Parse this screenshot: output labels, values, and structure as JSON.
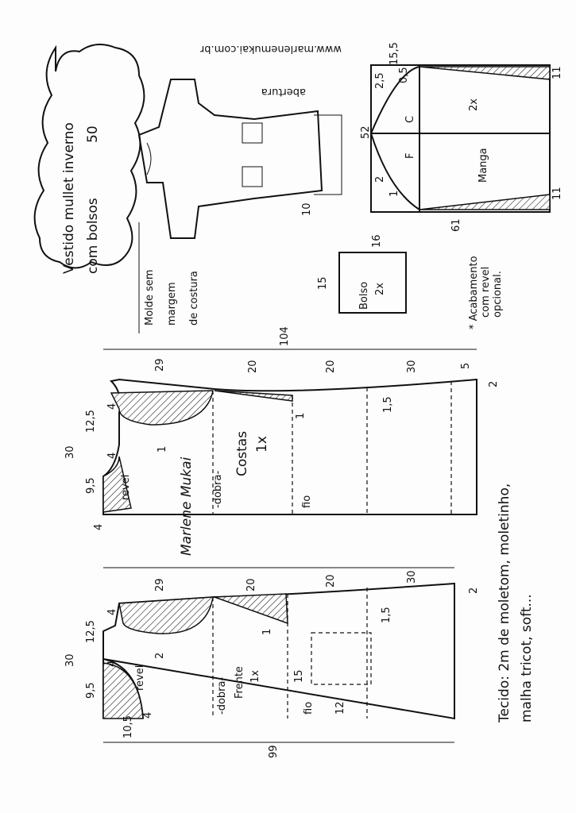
{
  "title": {
    "line1": "Vestido mullet inverno",
    "line2": "com bolsos",
    "size": "50"
  },
  "website": "www.marlenemukai.com.br",
  "sketch": {
    "label_opening": "abertura",
    "hem_measure": "10"
  },
  "note_seam": {
    "line1": "Molde sem",
    "line2": "margem",
    "line3": "de costura"
  },
  "sleeve": {
    "name": "Manga",
    "qty": "2x",
    "back_label": "C",
    "front_label": "F",
    "width": "52",
    "top_width": "15,5",
    "length": "61",
    "cuff_left": "11",
    "cuff_right": "11",
    "curve_back_1": "2,5",
    "curve_back_2": "0,5",
    "curve_front_1": "2",
    "curve_front_2": "1"
  },
  "pocket": {
    "name": "Bolso",
    "qty": "2x",
    "width": "15",
    "height": "16"
  },
  "finish_note": {
    "line1": "* Acabamento",
    "line2": "com revel",
    "line3": "opcional."
  },
  "back": {
    "name": "Costas",
    "qty": "1x",
    "fold": "-dobra-",
    "grain": "fio",
    "total_length": "104",
    "seg1": "29",
    "seg2": "20",
    "seg3": "30",
    "seg_end": "5",
    "hem_rise": "2",
    "half_width": "30",
    "shoulder": "12,5",
    "neck_depth": "9,5",
    "neck_small": "4",
    "neck_small2": "4",
    "facing": "revel",
    "armhole": "1",
    "side": "1",
    "side2": "1,5",
    "top4": "4"
  },
  "front": {
    "name": "Frente",
    "qty": "1x",
    "fold": "-dobra-",
    "grain": "fio",
    "total_length": "99",
    "seg1": "29",
    "seg2": "20",
    "seg3": "30",
    "hem_rise": "2",
    "half_width": "30",
    "shoulder": "12,5",
    "neck_depth": "9,5",
    "neck_small": "4",
    "neck_bottom": "4",
    "facing": "revel",
    "armhole": "2",
    "side": "1",
    "side2": "1,5",
    "top4": "4",
    "neck_width": "10,5",
    "pocket_pos": "15",
    "pocket_pos2": "12"
  },
  "fabric_note": {
    "line1": "Tecido: 2m de moletom, moletinho,",
    "line2": "malha tricot, soft..."
  },
  "signature": "Marlene Mukai"
}
